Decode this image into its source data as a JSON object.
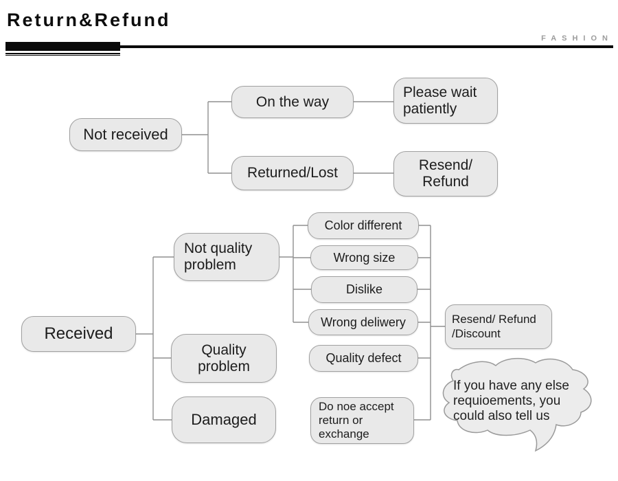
{
  "header": {
    "title": "Return&Refund",
    "brand": "FASHION"
  },
  "colors": {
    "box_fill": "#e9e9e9",
    "box_border": "#a0a0a0",
    "connector": "#8f8f8f",
    "ink": "#1c1c1c",
    "brand_gray": "#9c9c9c",
    "accent_black": "#0a0a0a"
  },
  "not_received_tree": {
    "root": "Not received",
    "on_the_way": "On the way",
    "please_wait": {
      "line1": "Please wait",
      "line2": "patiently"
    },
    "returned_lost": "Returned/Lost",
    "resend_refund": {
      "line1": "Resend/",
      "line2": "Refund"
    }
  },
  "received_tree": {
    "root": "Received",
    "not_quality": {
      "line1": "Not quality",
      "line2": "problem"
    },
    "quality": {
      "line1": "Quality",
      "line2": "problem"
    },
    "damaged": "Damaged",
    "reasons": [
      "Color different",
      "Wrong size",
      "Dislike",
      "Wrong deliwery"
    ],
    "quality_reason": "Quality defect",
    "outcome": {
      "line1": "Resend/ Refund",
      "line2": "/Discount"
    },
    "damaged_outcome": {
      "line1": "Do noe accept",
      "line2": "return or",
      "line3": "exchange"
    }
  },
  "bubble": {
    "line1": "If you have any else",
    "line2": "requioements, you",
    "line3": "could also tell us"
  }
}
